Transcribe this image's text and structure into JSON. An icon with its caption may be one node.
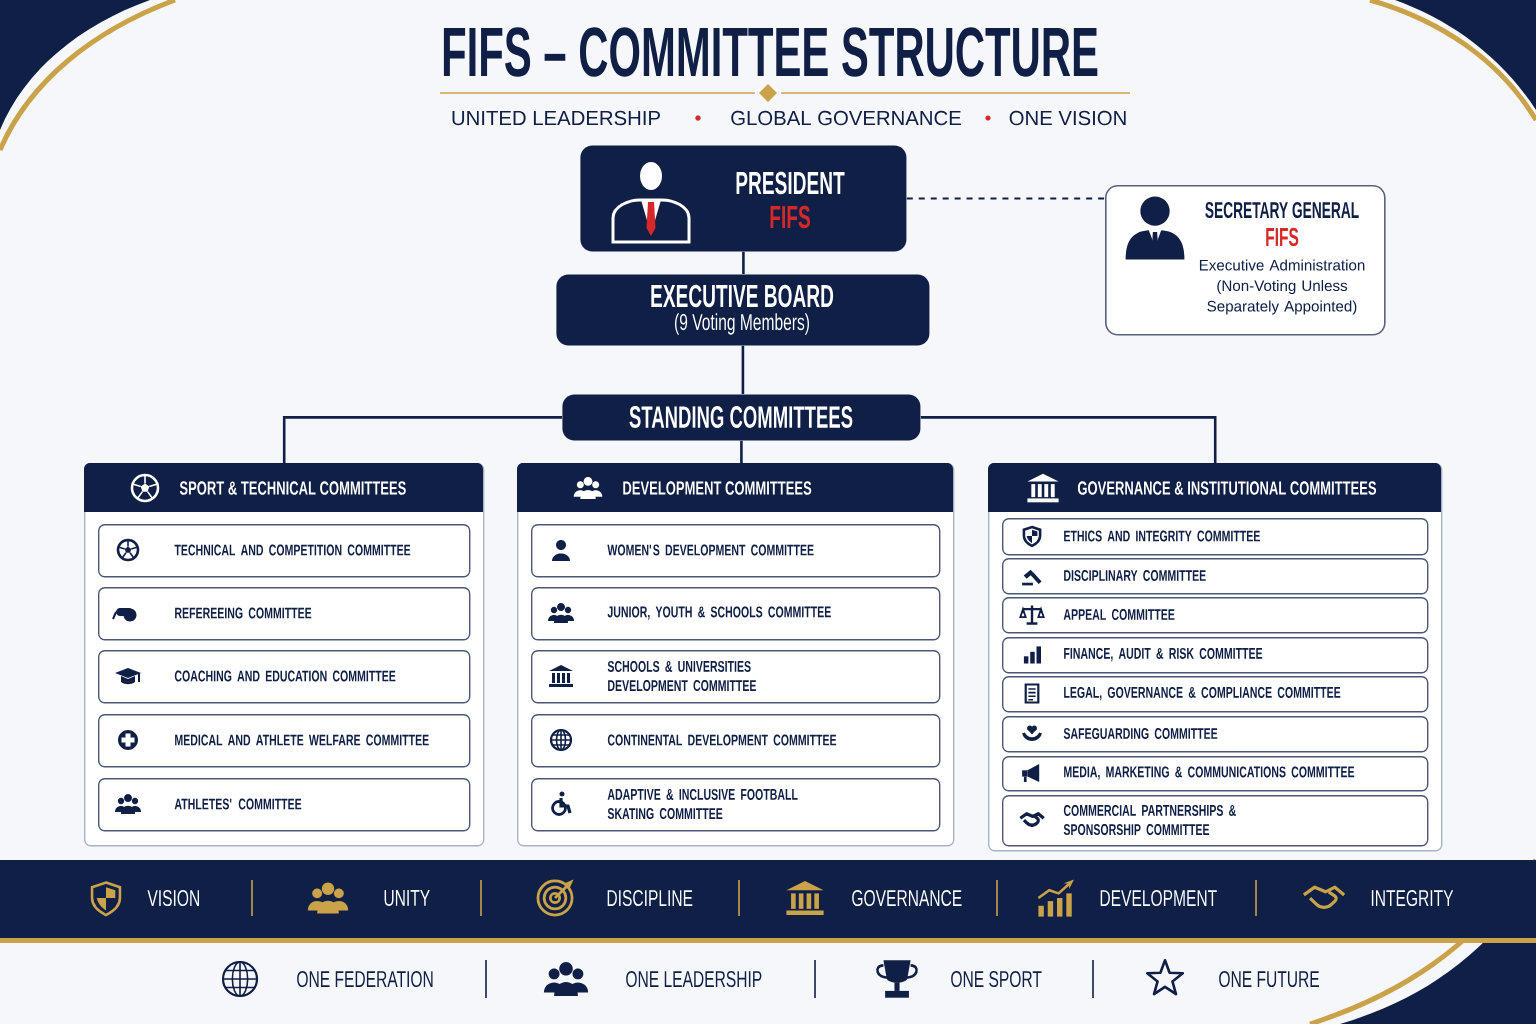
{
  "diagram": {
    "title": "FIFS – COMMITTEE STRUCTURE",
    "nodes": [
      {
        "text": [
          "PRESIDENT",
          "FIFS"
        ]
      },
      {
        "text": [
          "SECRETARY GENERAL",
          "FIFS",
          "Executive Administration (Non-Voting Unless Separately Appointed)"
        ]
      },
      {
        "text": [
          "EXECUTIVE BOARD",
          "(9 Voting Members)"
        ]
      },
      {
        "text": [
          "STANDING COMMITTEES"
        ]
      },
      {
        "text": [
          "SPORT & TECHNICAL COMMITTEES"
        ]
      },
      {
        "text": [
          "TECHNICAL AND COMPETITION COMMITTEE"
        ],
        "in": 4
      },
      {
        "text": [
          "REFEREEING COMMITTEE"
        ],
        "in": 4
      },
      {
        "text": [
          "COACHING AND EDUCATION COMMITTEE"
        ],
        "in": 4
      },
      {
        "text": [
          "MEDICAL AND ATHLETE WELFARE COMMITTEE"
        ],
        "in": 4
      },
      {
        "text": [
          "ATHLETES' COMMITTEE"
        ],
        "in": 4
      },
      {
        "text": [
          "DEVELOPMENT COMMITTEES"
        ]
      },
      {
        "text": [
          "WOMEN'S DEVELOPMENT COMMITTEE"
        ],
        "in": 10
      },
      {
        "text": [
          "JUNIOR, YOUTH & SCHOOLS COMMITTEE"
        ],
        "in": 10
      },
      {
        "text": [
          "SCHOOLS & UNIVERSITIES DEVELOPMENT COMMITTEE"
        ],
        "in": 10
      },
      {
        "text": [
          "CONTINENTAL DEVELOPMENT COMMITTEE"
        ],
        "in": 10
      },
      {
        "text": [
          "ADAPTIVE & INCLUSIVE FOOTBALL SKATING COMMITTEE"
        ],
        "in": 10
      },
      {
        "text": [
          "GOVERNANCE & INSTITUTIONAL COMMITTEES"
        ]
      },
      {
        "text": [
          "ETHICS AND INTEGRITY COMMITTEE"
        ],
        "in": 16
      },
      {
        "text": [
          "DISCIPLINARY COMMITTEE"
        ],
        "in": 16
      },
      {
        "text": [
          "APPEAL COMMITTEE"
        ],
        "in": 16
      },
      {
        "text": [
          "FINANCE, AUDIT & RISK COMMITTEE"
        ],
        "in": 16
      },
      {
        "text": [
          "LEGAL, GOVERNANCE & COMPLIANCE COMMITTEE"
        ],
        "in": 16
      },
      {
        "text": [
          "SAFEGUARDING COMMITTEE"
        ],
        "in": 16
      },
      {
        "text": [
          "MEDIA, MARKETING & COMMUNICATIONS COMMITTEE"
        ],
        "in": 16
      },
      {
        "text": [
          "COMMERCIAL PARTNERSHIPS & SPONSORSHIP COMMITTEE"
        ],
        "in": 16
      }
    ],
    "edges": [
      {
        "from": 0,
        "to": 1,
        "arrow": "none",
        "style": "dashed"
      },
      {
        "from": 0,
        "to": 2,
        "arrow": "none"
      },
      {
        "from": 2,
        "to": 3,
        "arrow": "none"
      },
      {
        "from": 3,
        "to": 4,
        "arrow": "none"
      },
      {
        "from": 3,
        "to": 10,
        "arrow": "none"
      },
      {
        "from": 3,
        "to": 16,
        "arrow": "none"
      }
    ],
    "labels": [
      "UNITED LEADERSHIP",
      "GLOBAL GOVERNANCE",
      "ONE VISION",
      "VISION",
      "UNITY",
      "DISCIPLINE",
      "GOVERNANCE",
      "DEVELOPMENT",
      "INTEGRITY",
      "ONE FEDERATION",
      "ONE LEADERSHIP",
      "ONE SPORT",
      "ONE FUTURE"
    ]
  }
}
